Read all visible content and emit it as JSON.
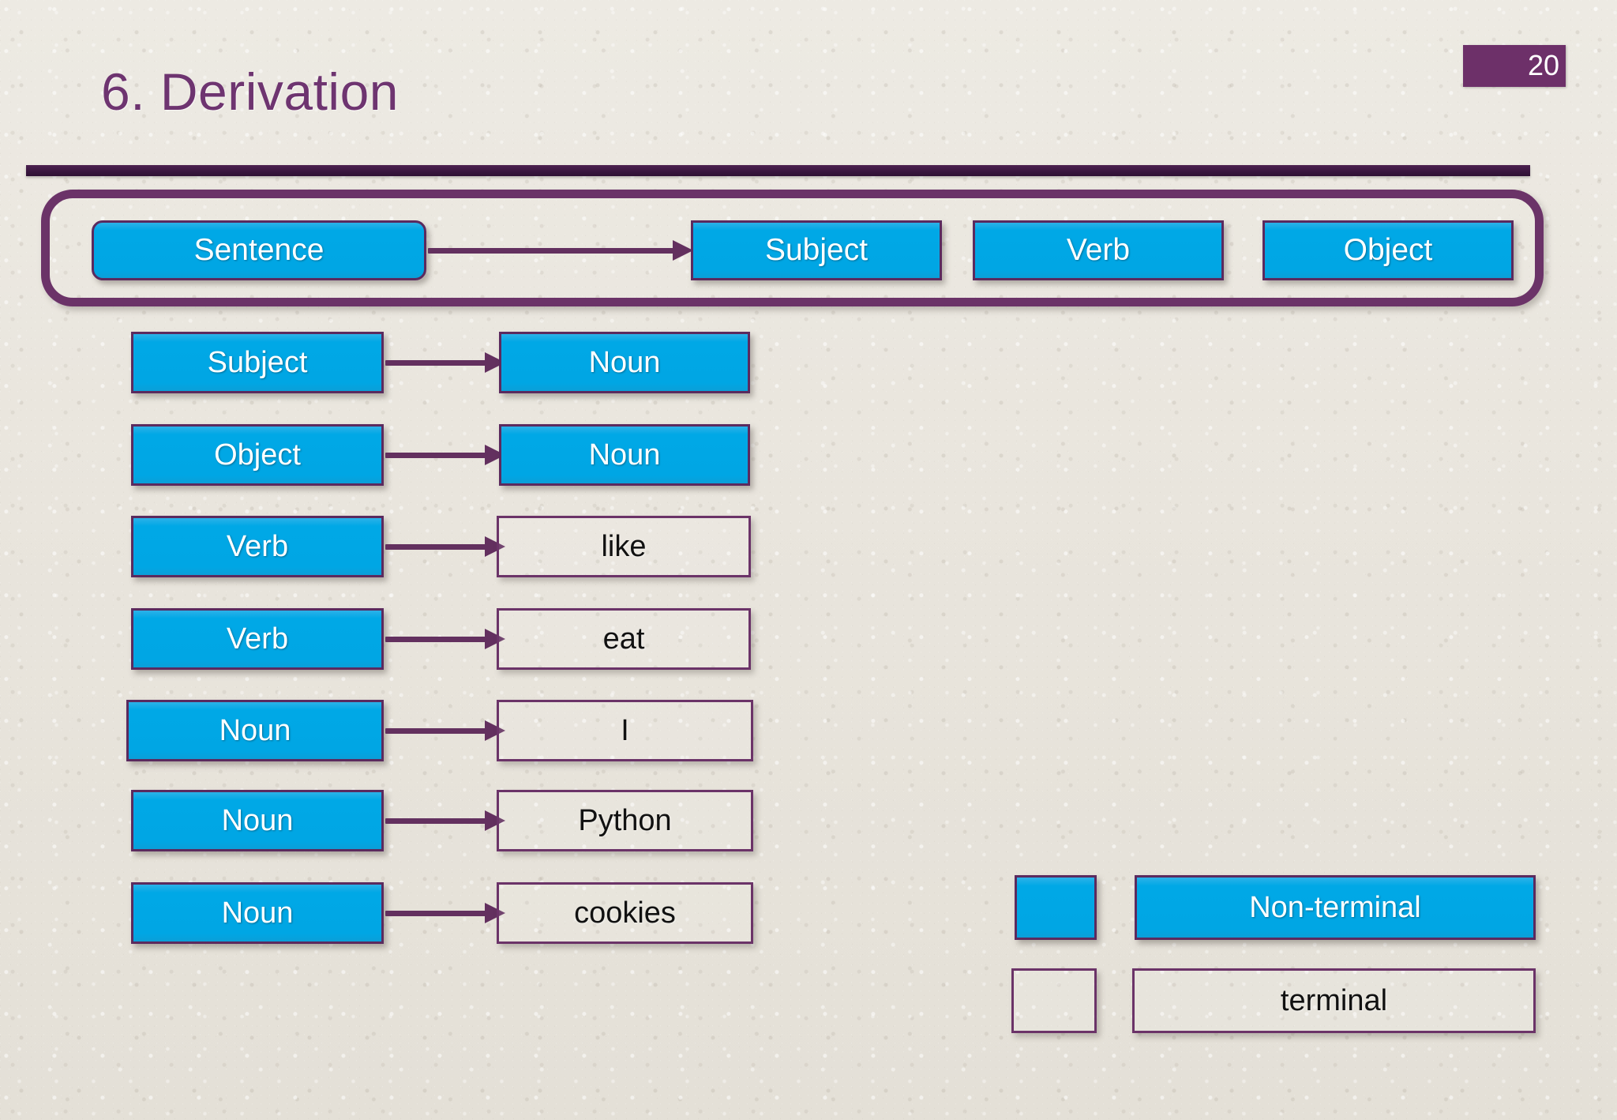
{
  "slide": {
    "title": "6. Derivation",
    "page_number": "20",
    "accent_purple": "#6b3368",
    "accent_dark_purple": "#3a1740",
    "nonterminal_blue": "#00a6e4",
    "background": "#e9e5dd"
  },
  "top_rule": {
    "production_left": "Sentence",
    "production_right": [
      "Subject",
      "Verb",
      "Object"
    ]
  },
  "rules": [
    {
      "lhs": "Subject",
      "rhs": "Noun",
      "rhs_type": "nonterminal"
    },
    {
      "lhs": "Object",
      "rhs": "Noun",
      "rhs_type": "nonterminal"
    },
    {
      "lhs": "Verb",
      "rhs": "like",
      "rhs_type": "terminal"
    },
    {
      "lhs": "Verb",
      "rhs": "eat",
      "rhs_type": "terminal"
    },
    {
      "lhs": "Noun",
      "rhs": "I",
      "rhs_type": "terminal"
    },
    {
      "lhs": "Noun",
      "rhs": "Python",
      "rhs_type": "terminal"
    },
    {
      "lhs": "Noun",
      "rhs": "cookies",
      "rhs_type": "terminal"
    }
  ],
  "legend": {
    "nonterminal_label": "Non-terminal",
    "terminal_label": "terminal"
  }
}
